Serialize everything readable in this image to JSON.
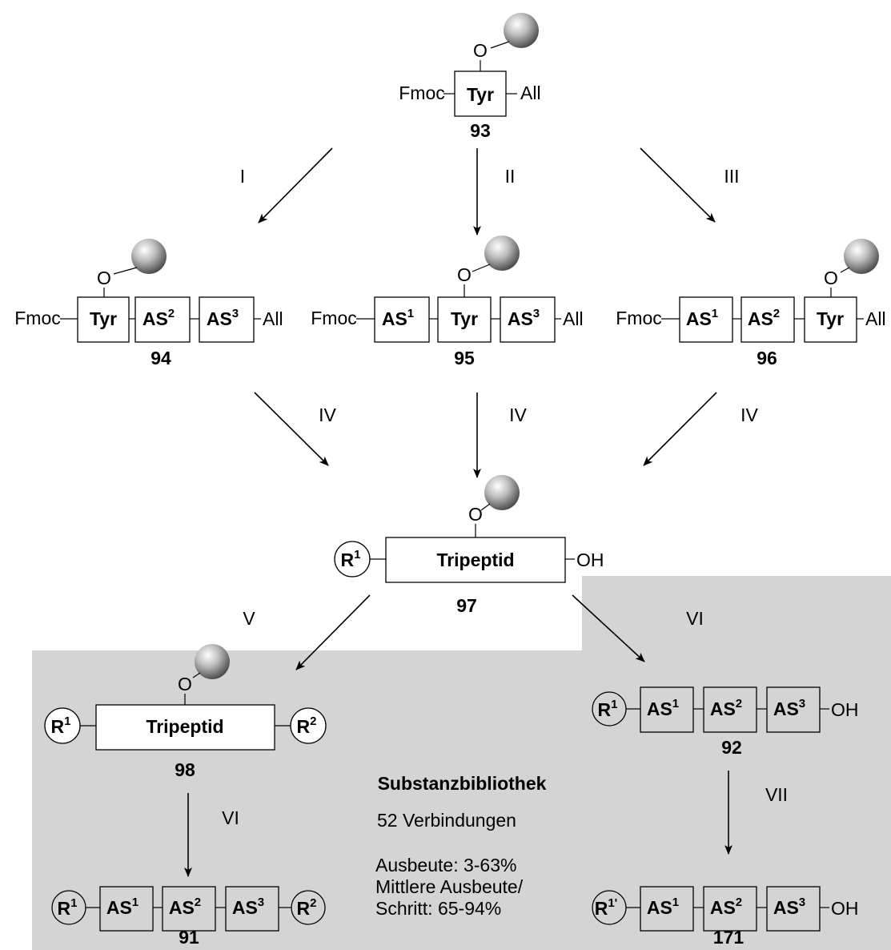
{
  "labels": {
    "fmoc": "Fmoc",
    "all": "All",
    "oxygen": "O",
    "oh": "OH",
    "tyr": "Tyr",
    "as": "AS",
    "tripeptid": "Tripeptid",
    "r": "R",
    "sup1": "1",
    "sup2": "2",
    "sup3": "3",
    "sup1prime": "1'"
  },
  "compounds": {
    "c93": "93",
    "c94": "94",
    "c95": "95",
    "c96": "96",
    "c97": "97",
    "c98": "98",
    "c92": "92",
    "c91": "91",
    "c171": "171"
  },
  "steps": {
    "I": "I",
    "II": "II",
    "III": "III",
    "IV_left": "IV",
    "IV_mid": "IV",
    "IV_right": "IV",
    "V": "V",
    "VI_right": "VI",
    "VI_left": "VI",
    "VII": "VII"
  },
  "library": {
    "title": "Substanzbibliothek",
    "count": "52 Verbindungen",
    "yield": "Ausbeute: 3-63%",
    "avg_yield_line1": "Mittlere Ausbeute/",
    "avg_yield_line2": "Schritt: 65-94%"
  },
  "colors": {
    "shading": "#d4d4d4",
    "bead": "#9a9a9a"
  },
  "icons": {
    "resin": "resin-bead-icon"
  }
}
